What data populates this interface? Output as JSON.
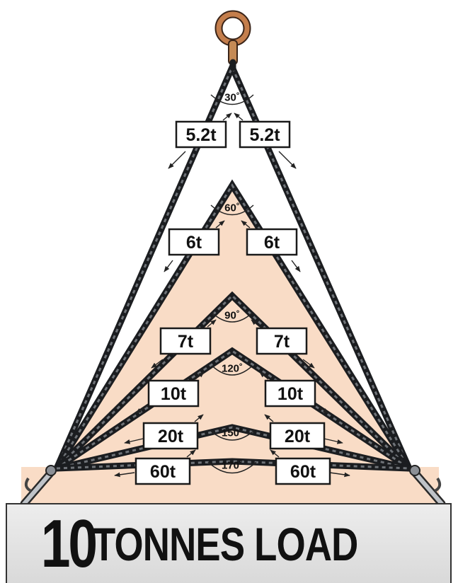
{
  "legs": [
    {
      "angle_label": "30˚",
      "tension_left": "5.2t",
      "tension_right": "5.2t"
    },
    {
      "angle_label": "60˚",
      "tension_left": "6t",
      "tension_right": "6t"
    },
    {
      "angle_label": "90˚",
      "tension_left": "7t",
      "tension_right": "7t"
    },
    {
      "angle_label": "120˚",
      "tension_left": "10t",
      "tension_right": "10t"
    },
    {
      "angle_label": "150˚",
      "tension_left": "20t",
      "tension_right": "20t"
    },
    {
      "angle_label": "170˚",
      "tension_left": "60t",
      "tension_right": "60t"
    }
  ],
  "load": {
    "number": "10",
    "text": "TONNES LOAD"
  },
  "colors": {
    "background_fill": "#f9dcc6",
    "chain": "#1b1d20",
    "ring": "#b8784a",
    "banner": "#e2e2e2"
  },
  "icons": [
    "master-ring-icon",
    "hook-icon",
    "chain-icon",
    "arrow-icon"
  ]
}
